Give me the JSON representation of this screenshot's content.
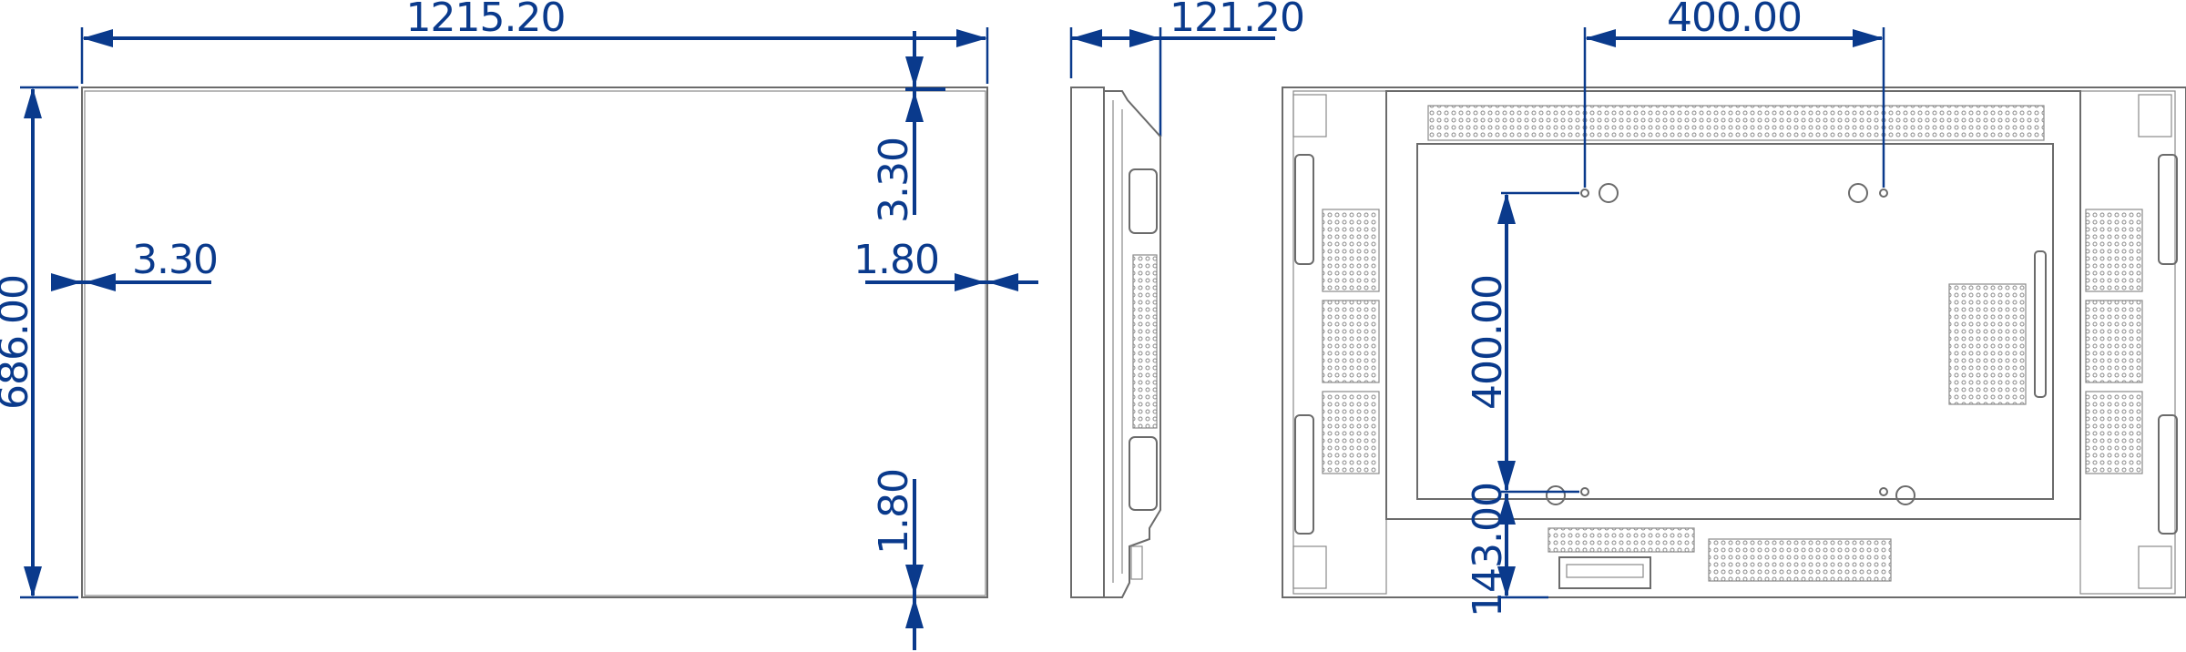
{
  "dimensions": {
    "overall_width": "1215.20",
    "overall_height": "686.00",
    "bezel_top": "3.30",
    "bezel_left": "3.30",
    "bezel_right": "1.80",
    "bezel_bottom": "1.80",
    "depth": "121.20",
    "vesa_horizontal": "400.00",
    "vesa_vertical": "400.00",
    "bottom_offset": "143.00"
  },
  "colors": {
    "dimension": "#0a3a8c",
    "outline": "#6b6b6b"
  }
}
